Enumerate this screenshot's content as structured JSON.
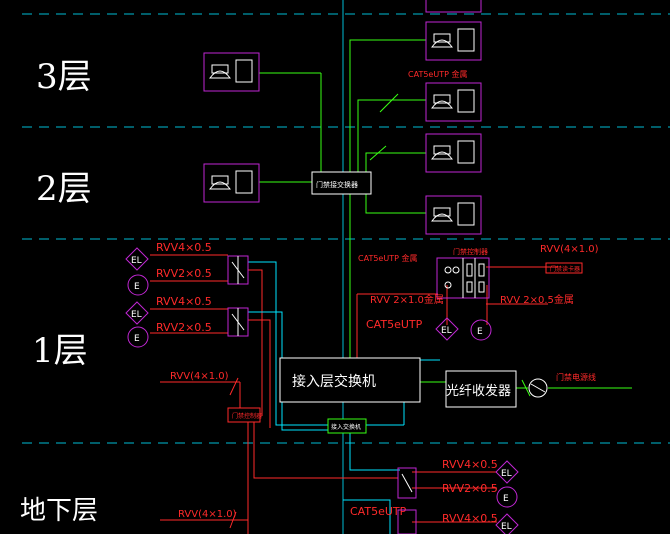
{
  "floors": {
    "f3": "3层",
    "f2": "2层",
    "f1": "1层",
    "b1": "地下层"
  },
  "devices": {
    "floor_switch": "接入层交换机",
    "tx_device": "光纤收发器",
    "poe_switch": "门禁接交换器",
    "small_switch": "接入交换机",
    "red_box": "门禁控制器",
    "door_ctrl": "门禁控制器",
    "remote_dev": "门禁读卡器",
    "ext_label": "门禁电源线"
  },
  "cables": {
    "cat5_top": "CAT5eUTP 金属",
    "cat5_mid": "CAT5eUTP 金属",
    "cat5_1f": "CAT5eUTP",
    "cat5_b1": "CAT5eUTP",
    "rvv_a": "RVV4×0.5",
    "rvv_b": "RVV2×0.5",
    "rvv_c": "RVV4×0.5",
    "rvv_d": "RVV2×0.5",
    "rvv_left": "RVV(4×1.0)",
    "rvv_b1": "RVV(4×1.0)",
    "rvv_right_top": "RVV(4×1.0)",
    "rvv_door_l": "RVV 2×1.0金属",
    "rvv_door_r": "RVV 2×0.5金属",
    "rvv_b1_a": "RVV4×0.5",
    "rvv_b1_b": "RVV2×0.5",
    "rvv_b1_c": "RVV4×0.5"
  },
  "symbols": {
    "el": "EL",
    "e": "E"
  },
  "colors": {
    "background": "#000000",
    "divider": "#00bcd4",
    "green": "#39ff14",
    "red": "#ff2a2a",
    "magenta": "#c026d3",
    "white": "#ffffff",
    "cyan": "#00e5ff"
  }
}
